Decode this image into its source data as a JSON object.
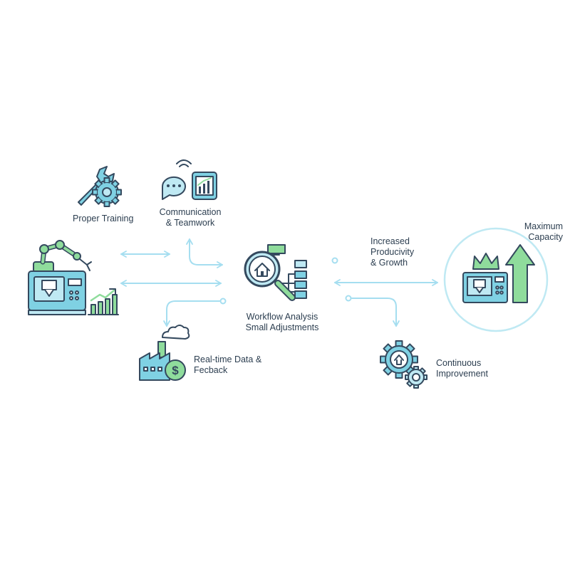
{
  "labels": {
    "training": "Proper Training",
    "communication": [
      "Communication",
      "& Teamwork"
    ],
    "workflow": [
      "Workflow Analysis",
      "Small Adjustments"
    ],
    "realtime": [
      "Real-time Data &",
      "Fecback"
    ],
    "productivity": [
      "Increased",
      "Producivity",
      "& Growth"
    ],
    "improvement": [
      "Continuous",
      "Improvement"
    ],
    "capacity": [
      "Maximum",
      "Capacity"
    ]
  },
  "icons": {
    "start": "robot-arm-machine-icon",
    "chart": "growth-chart-icon",
    "training": "wrench-gear-icon",
    "communication": "chat-bubble-icon",
    "tablet": "tablet-chart-icon",
    "workflow": "magnifier-flowchart-icon",
    "factory": "factory-dollar-icon",
    "improvement": "gears-upload-icon",
    "capacity": "crowned-machine-icon"
  },
  "colors": {
    "stroke": "#34495e",
    "teal": "#7fd1e3",
    "lightTeal": "#bfe9f3",
    "green": "#8fdc9c",
    "arrow": "#a5def0"
  }
}
